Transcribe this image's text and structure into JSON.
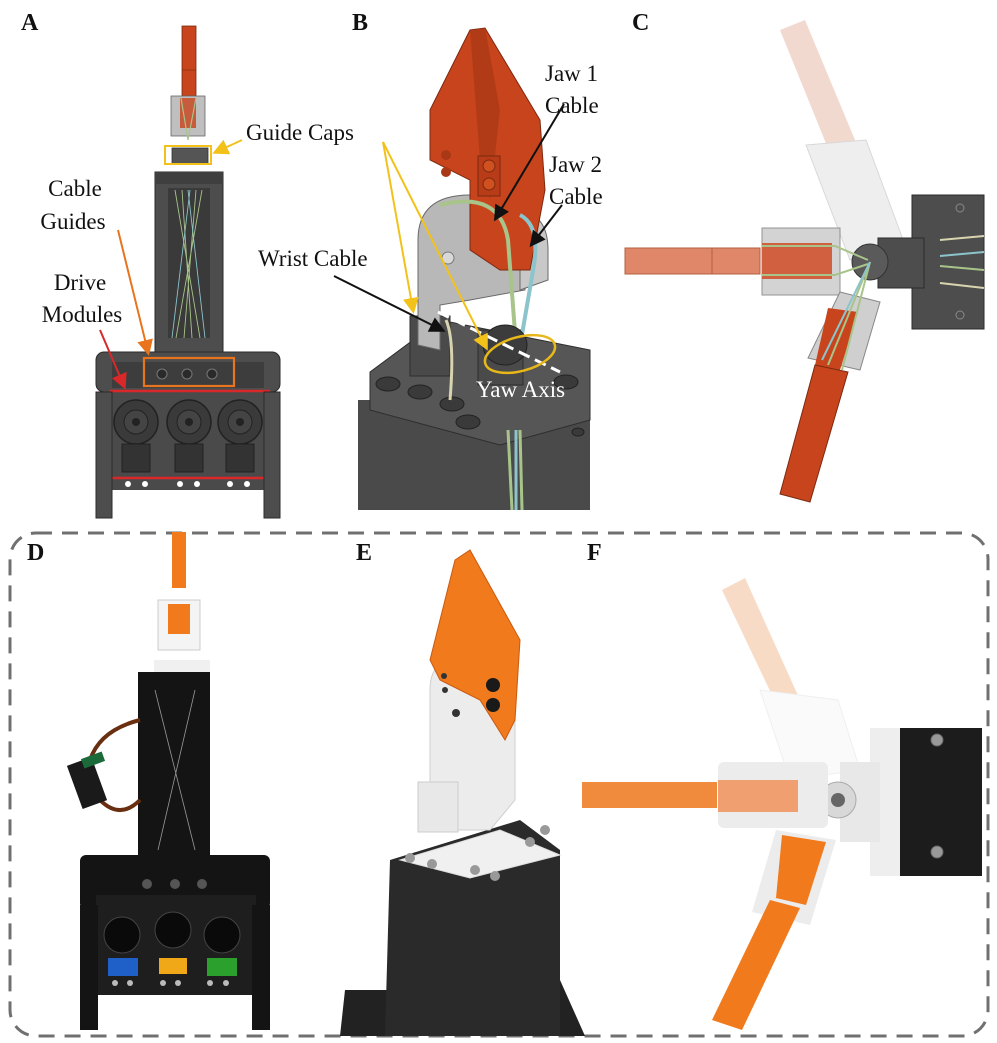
{
  "figure": {
    "panels": [
      {
        "letter": "A",
        "kind": "CAD front view of full instrument"
      },
      {
        "letter": "B",
        "kind": "CAD close-up of wrist and jaws"
      },
      {
        "letter": "C",
        "kind": "CAD top view showing yaw range"
      },
      {
        "letter": "D",
        "kind": "Photo of assembled prototype"
      },
      {
        "letter": "E",
        "kind": "Photo close-up of wrist"
      },
      {
        "letter": "F",
        "kind": "Photo composite of yaw range"
      }
    ],
    "annotations": {
      "guide_caps": "Guide Caps",
      "cable_guides_l1": "Cable",
      "cable_guides_l2": "Guides",
      "drive_modules_l1": "Drive",
      "drive_modules_l2": "Modules",
      "wrist_cable": "Wrist Cable",
      "jaw1_l1": "Jaw 1",
      "jaw1_l2": "Cable",
      "jaw2_l1": "Jaw 2",
      "jaw2_l2": "Cable",
      "yaw_axis": "Yaw Axis"
    },
    "colors": {
      "jaw_cad": "#c8441c",
      "jaw_photo": "#f07a1c",
      "body_dark": "#4a4a4a",
      "bracket_grey": "#bdbdbd",
      "guide_caps_box": "#f2c21a",
      "cable_guides_box": "#e8741e",
      "drive_modules_box": "#d8282a",
      "cable_green": "#a8c48a",
      "cable_blue": "#8cc4cc",
      "cable_cream": "#d8d4b0",
      "dash_border": "#707070",
      "servo_blue": "#1f5fc8",
      "servo_yellow": "#f0a818",
      "servo_green": "#2ca02c"
    }
  }
}
